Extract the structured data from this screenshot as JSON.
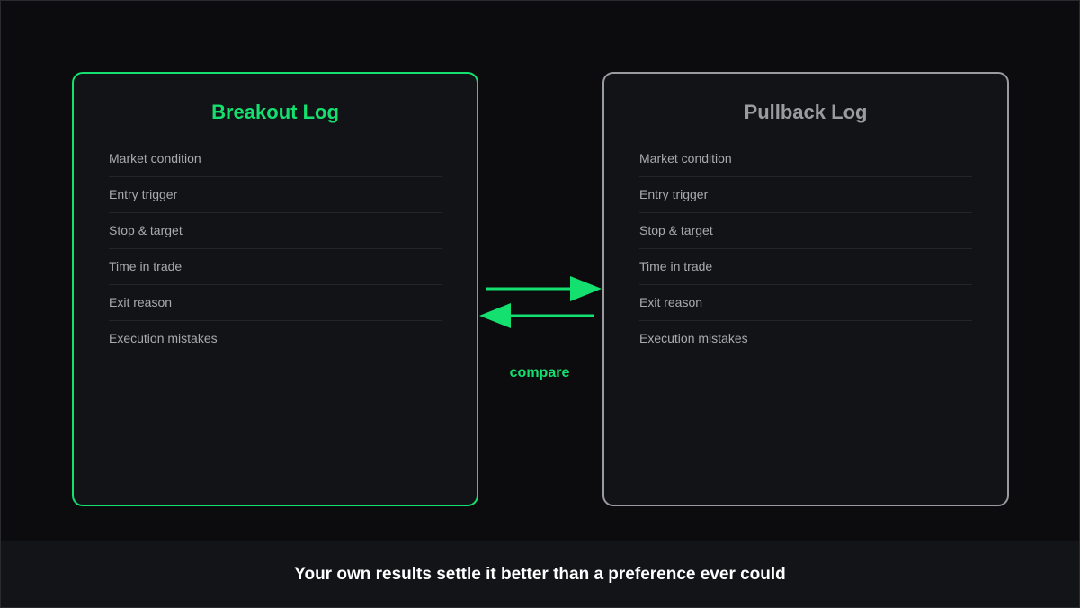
{
  "left_panel": {
    "title": "Breakout Log",
    "fields": [
      "Market condition",
      "Entry trigger",
      "Stop & target",
      "Time in trade",
      "Exit reason",
      "Execution mistakes"
    ]
  },
  "right_panel": {
    "title": "Pullback Log",
    "fields": [
      "Market condition",
      "Entry trigger",
      "Stop & target",
      "Time in trade",
      "Exit reason",
      "Execution mistakes"
    ]
  },
  "connector": {
    "label": "compare"
  },
  "footer": {
    "text": "Your own results settle it better than a preference ever could"
  },
  "colors": {
    "accent": "#14e06f",
    "muted": "#9a9ba1",
    "background": "#0c0c0f",
    "panel": "#121317"
  }
}
